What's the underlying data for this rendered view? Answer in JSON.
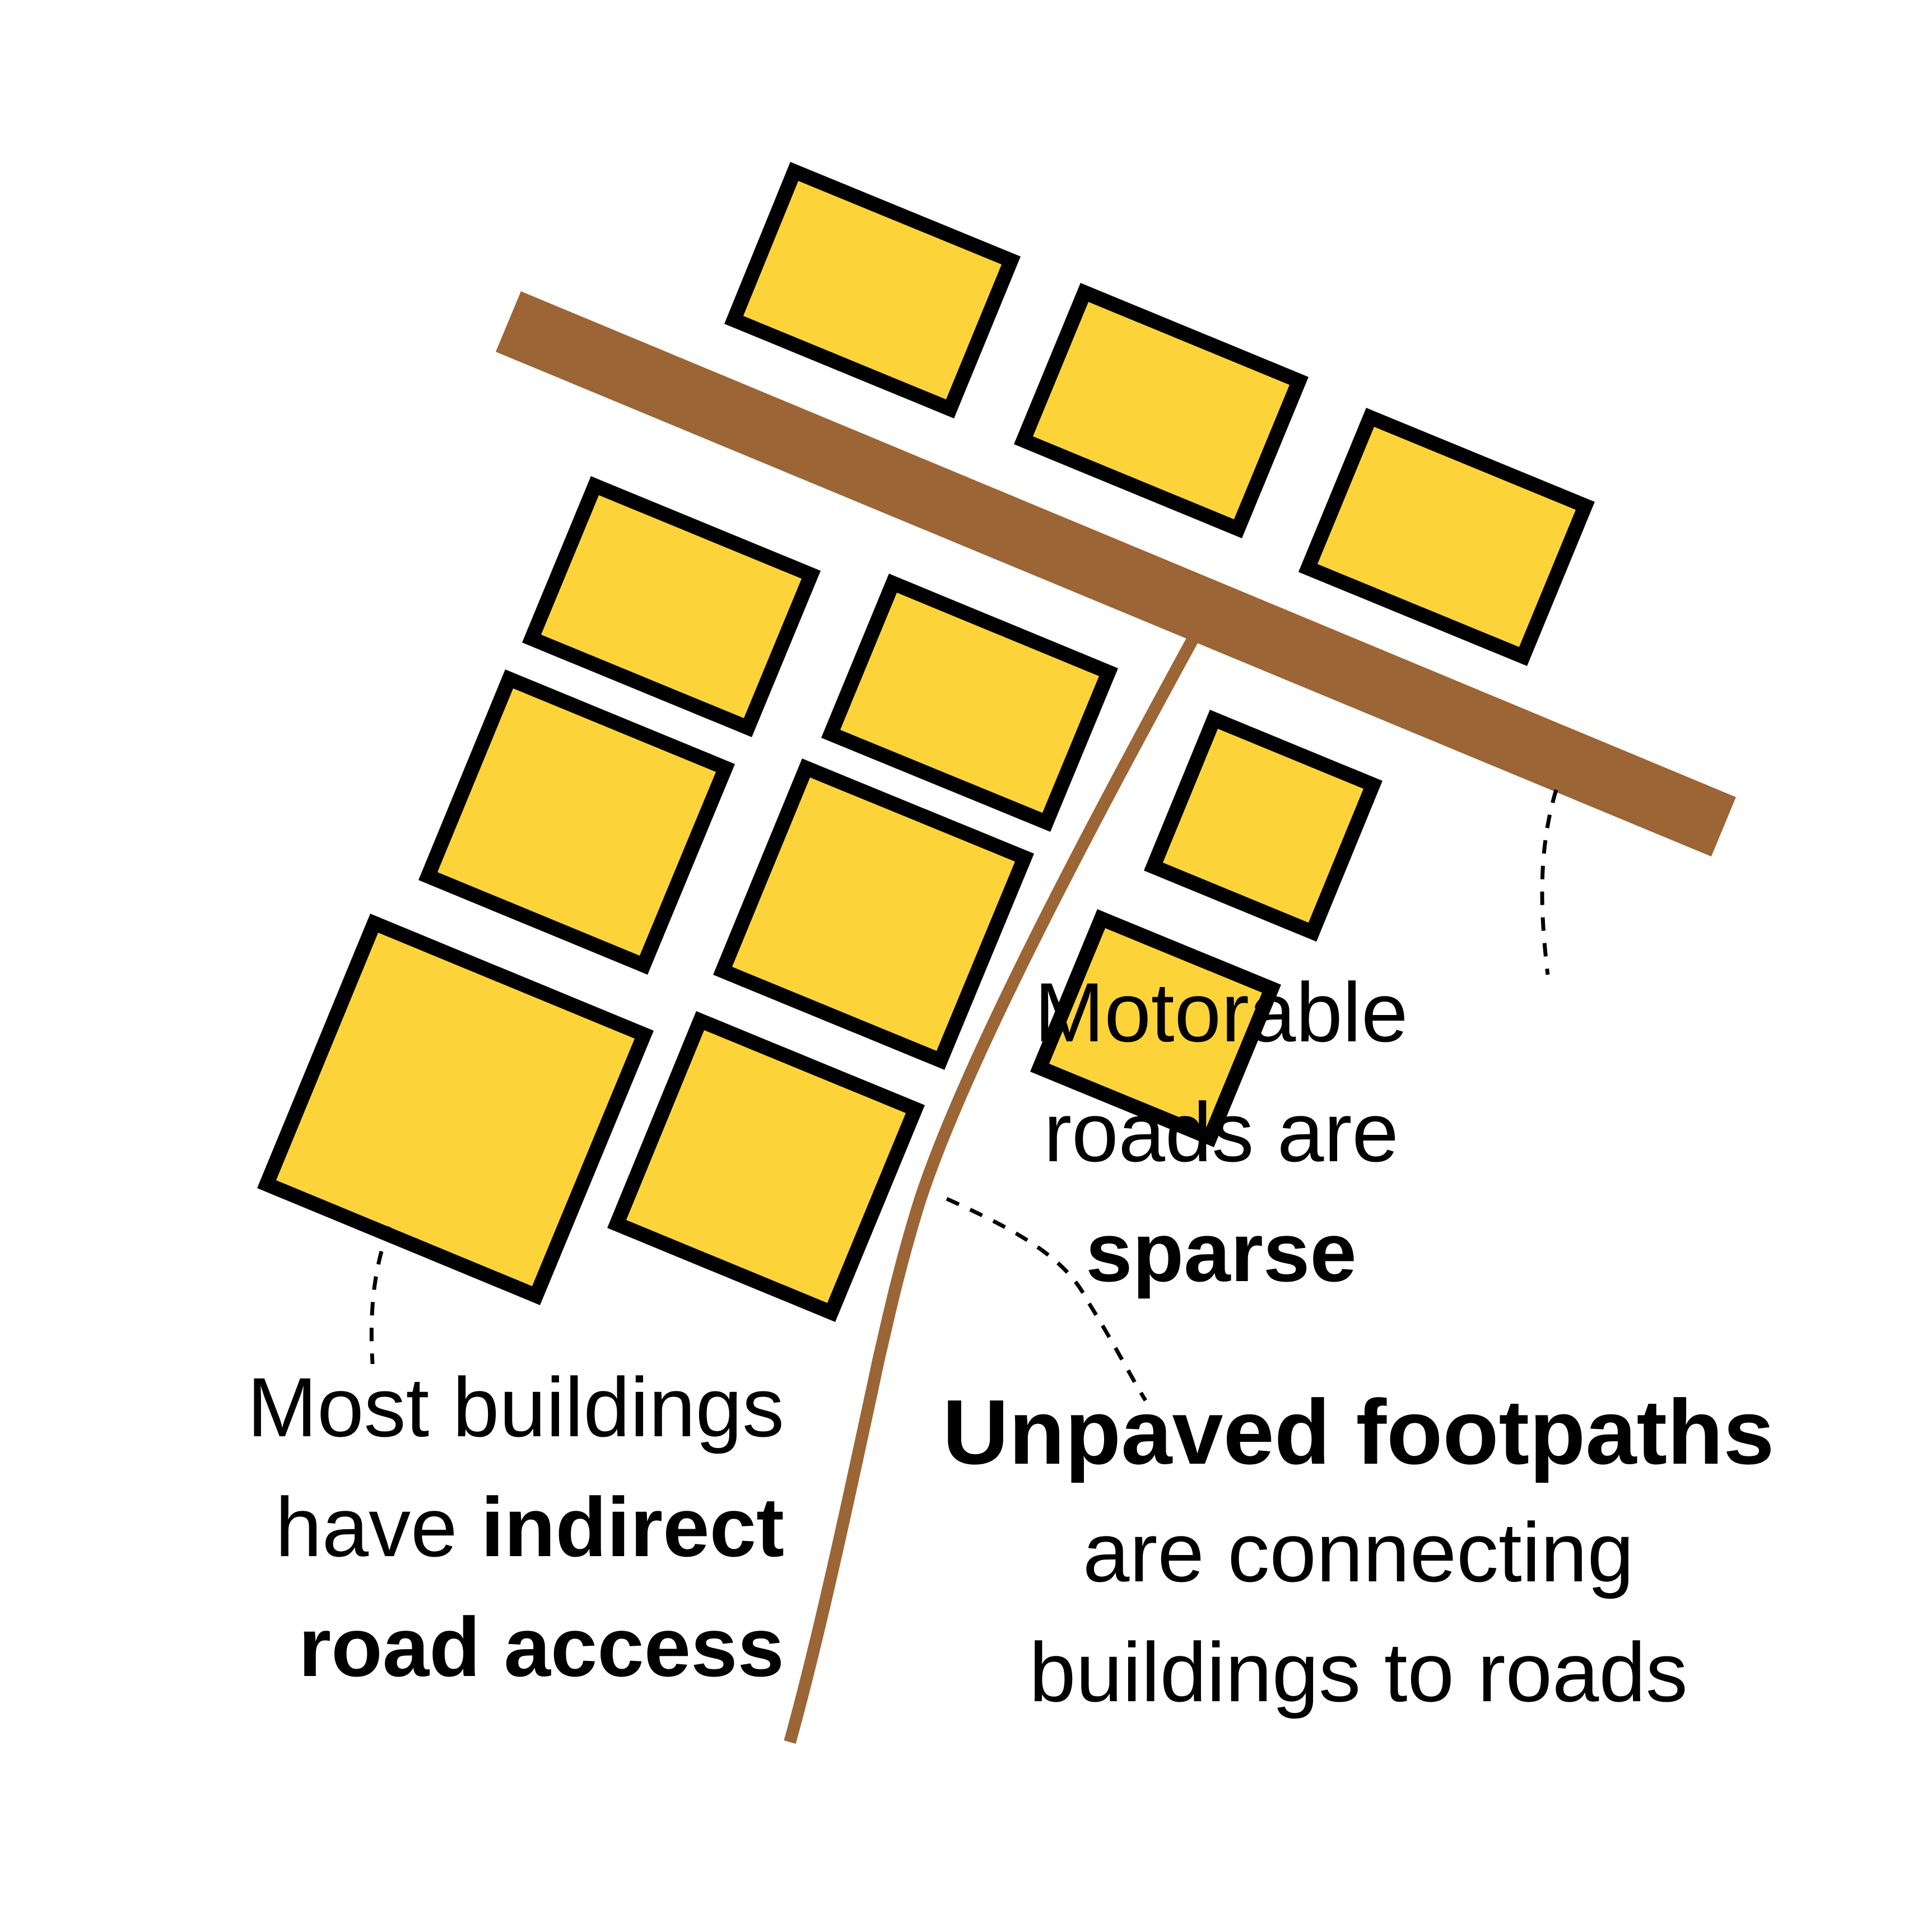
{
  "colors": {
    "building_fill": "#FDD33A",
    "building_outline": "#000000",
    "road": "#9C6535",
    "footpath": "#9C6535",
    "background": "#FFFFFF"
  },
  "labels": {
    "roads": {
      "line1": "Motorable",
      "line2": "roads are",
      "line3_bold": "sparse"
    },
    "buildings": {
      "line1": "Most buildings",
      "line2_plain": "have ",
      "line2_bold": "indirect",
      "line3_bold": "road access"
    },
    "footpaths": {
      "line1_bold": "Unpaved footpaths",
      "line2": "are connecting",
      "line3": "buildings to roads"
    }
  }
}
